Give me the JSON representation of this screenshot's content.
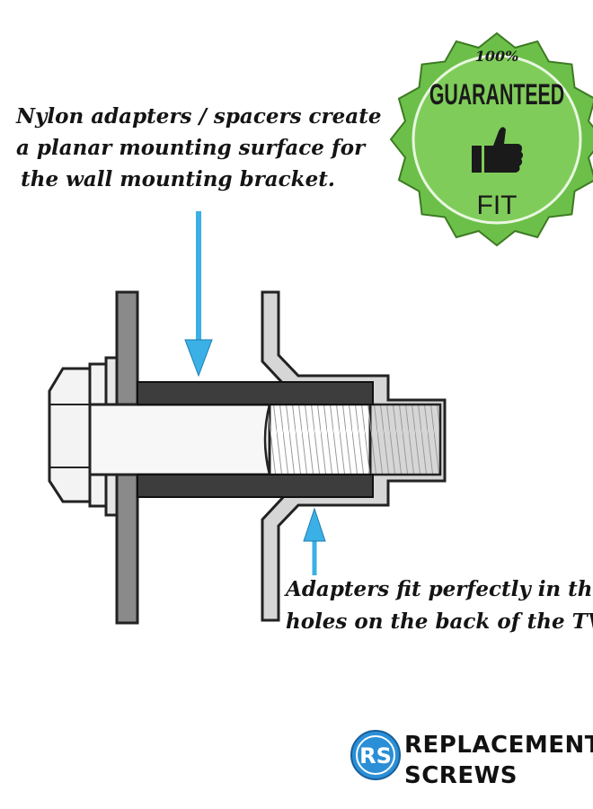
{
  "badge": {
    "percent": "100%",
    "line1": "GUARANTEED",
    "line2": "FIT",
    "icon": "thumbs-up-icon",
    "color": "#6cc04a"
  },
  "top_annotation": {
    "lines": [
      "Nylon adapters / spacers create",
      "a planar mounting surface for",
      "the wall mounting bracket."
    ]
  },
  "bottom_annotation": {
    "lines": [
      "Adapters fit perfectly in the",
      "holes on the back of the TV"
    ]
  },
  "brand": {
    "monogram": "RS",
    "line1": "REPLACEMENT",
    "line2": "SCREWS",
    "color": "#2a8fd6"
  },
  "colors": {
    "arrow": "#3ab0e6",
    "spacer": "#3d3d3d",
    "plate": "#8a8a8a"
  }
}
